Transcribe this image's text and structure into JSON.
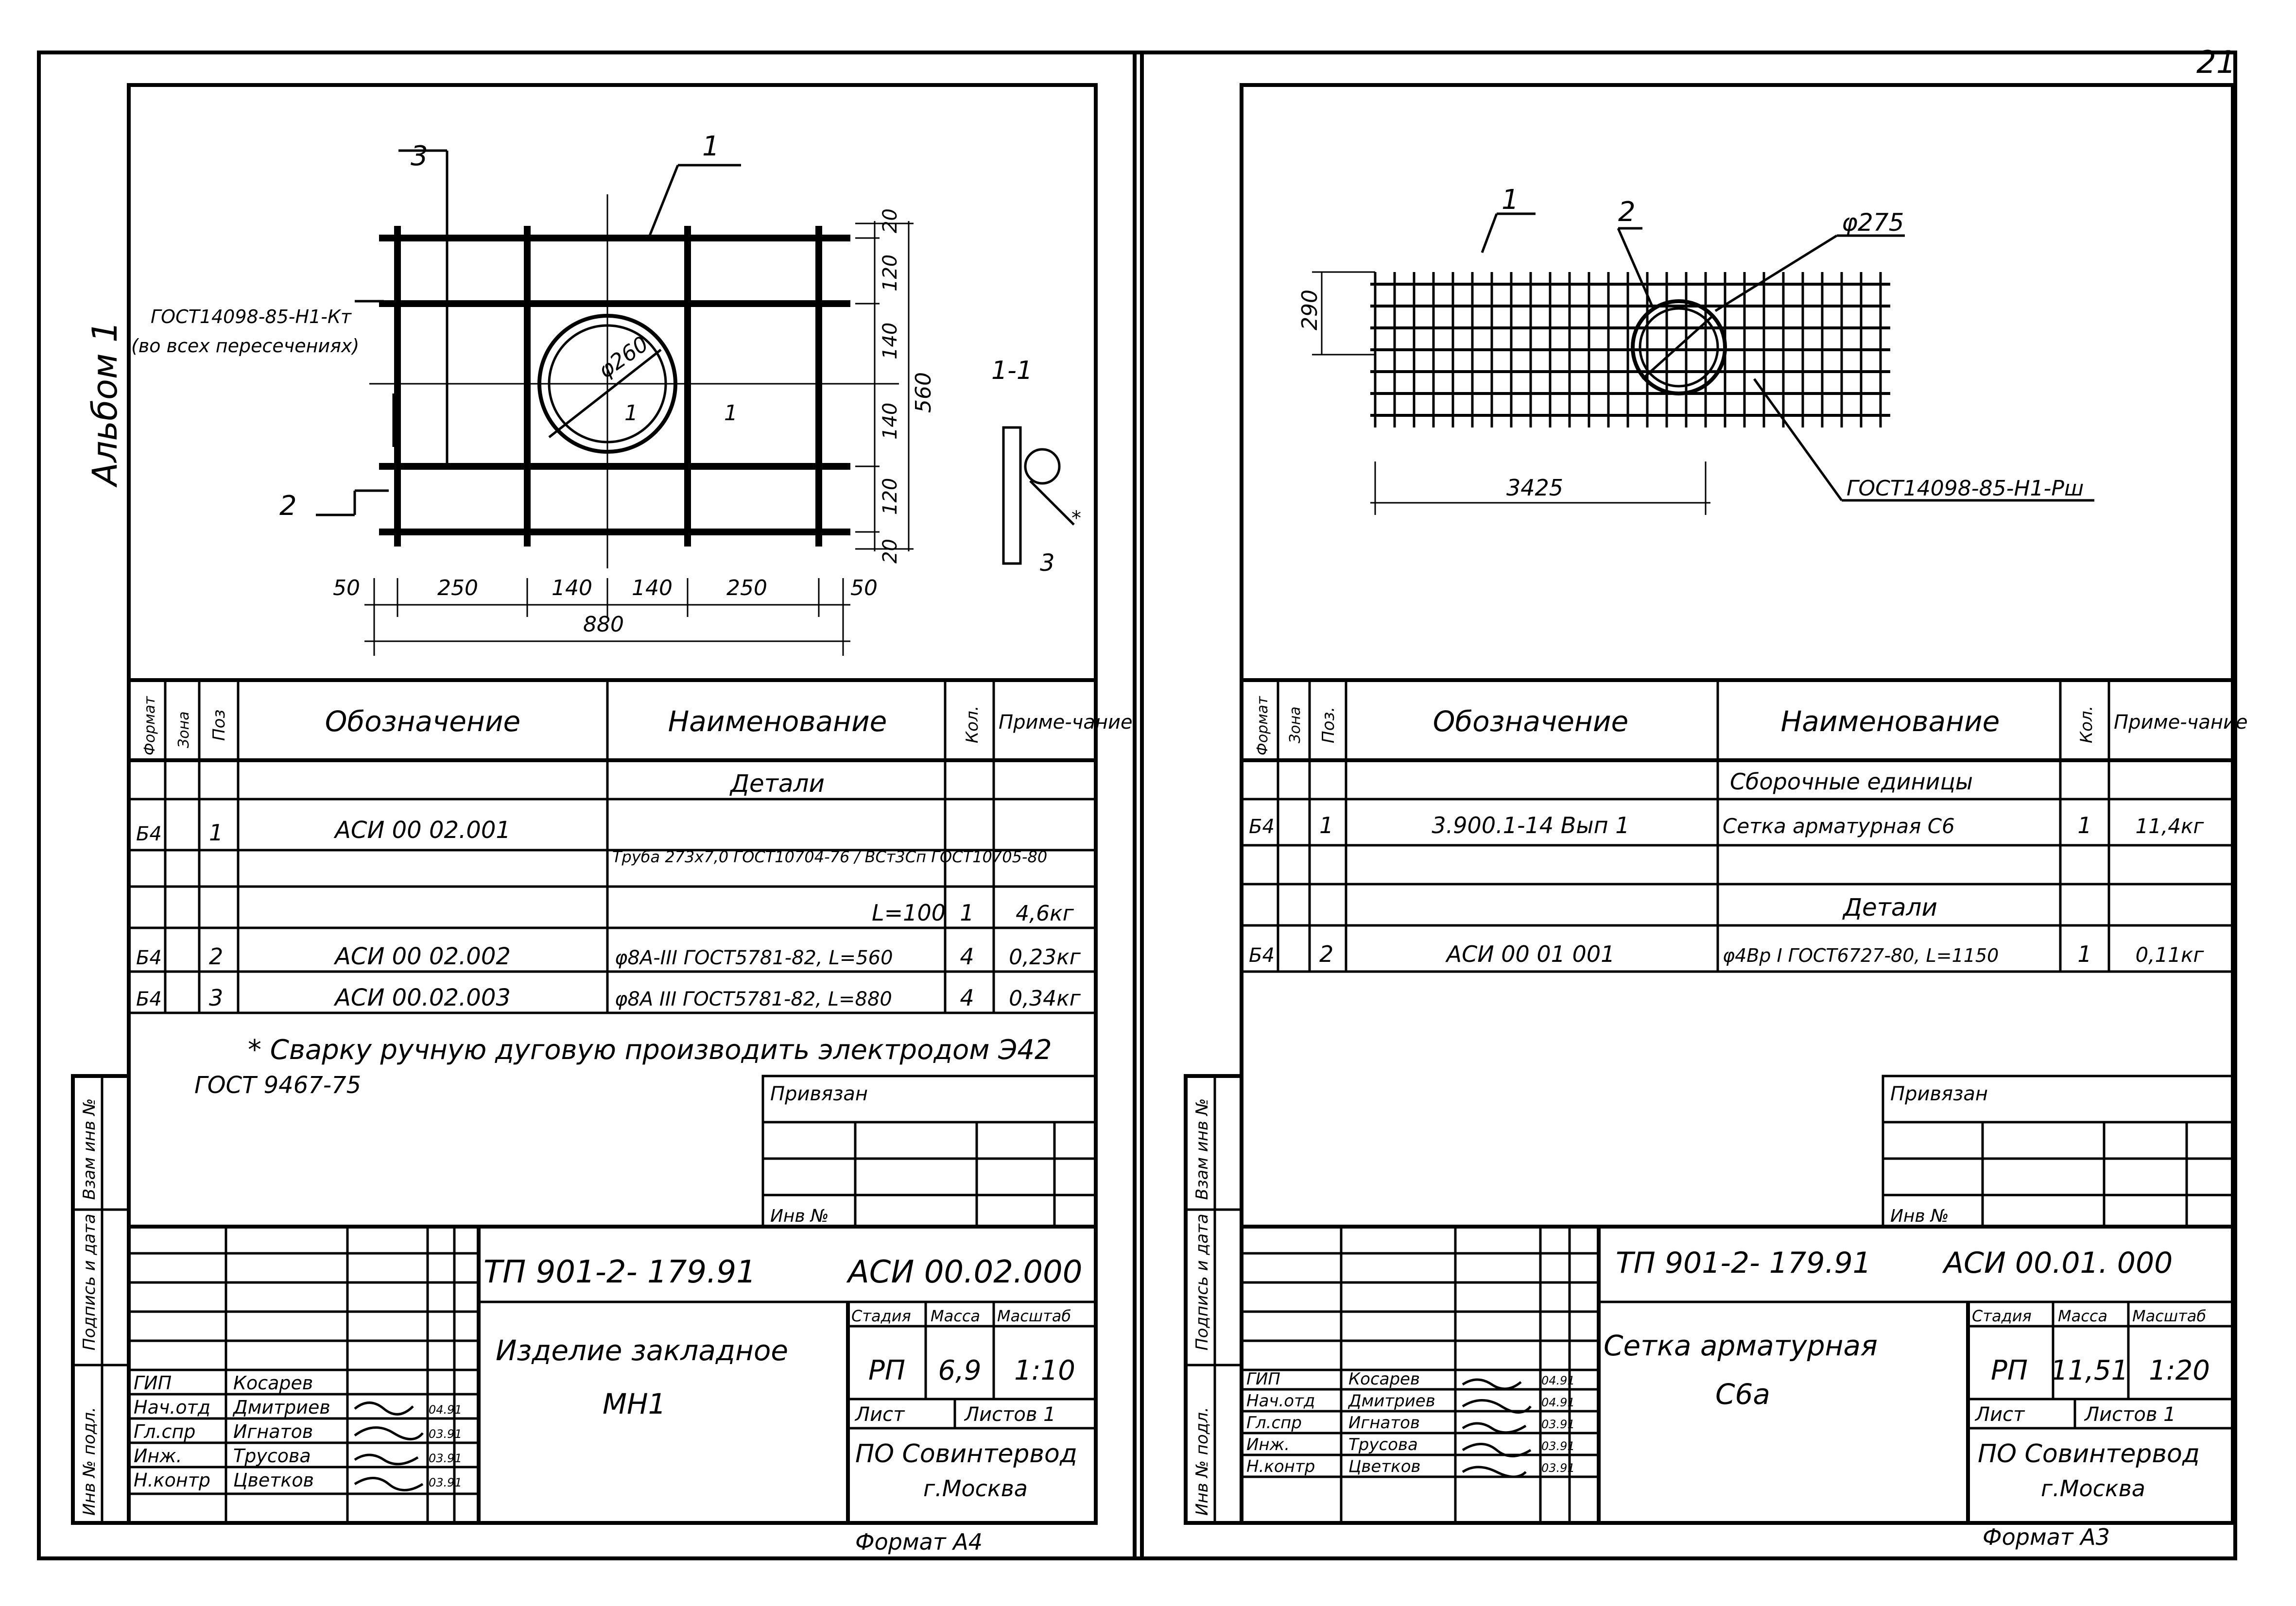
{
  "page_number": "21",
  "album_label": "Альбом 1",
  "left": {
    "drawing": {
      "callouts": [
        "3",
        "1",
        "2"
      ],
      "weld_note": "ГОСТ14098-85-Н1-Кт",
      "weld_note2": "(во всех пересечениях)",
      "diameter": "φ260",
      "section_mark": "1",
      "section_title": "1-1",
      "dims_bottom": [
        "50",
        "250",
        "140",
        "140",
        "250",
        "50"
      ],
      "dim_total": "880",
      "dims_right": [
        "20",
        "120",
        "140",
        "140",
        "120",
        "20"
      ],
      "dim_height": "560",
      "section_callout": "3",
      "star": "*"
    },
    "table": {
      "headers": [
        "Формат",
        "Зона",
        "Поз",
        "Обозначение",
        "Наименование",
        "Кол.",
        "Приме-чание"
      ],
      "rows": [
        {
          "f": "",
          "z": "",
          "p": "",
          "d": "",
          "n": "Детали",
          "q": "",
          "note": ""
        },
        {
          "f": "Б4",
          "z": "",
          "p": "1",
          "d": "АСИ 00 02.001",
          "n": "Труба 273х7,0 ГОСТ10704-76 / ВСт3Сп ГОСТ10705-80",
          "q": "",
          "note": ""
        },
        {
          "f": "",
          "z": "",
          "p": "",
          "d": "",
          "n": "",
          "q": "",
          "note": ""
        },
        {
          "f": "",
          "z": "",
          "p": "",
          "d": "",
          "n": "L=100",
          "q": "1",
          "note": "4,6кг"
        },
        {
          "f": "Б4",
          "z": "",
          "p": "2",
          "d": "АСИ 00 02.002",
          "n": "φ8А-III ГОСТ5781-82, L=560",
          "q": "4",
          "note": "0,23кг"
        },
        {
          "f": "Б4",
          "z": "",
          "p": "3",
          "d": "АСИ 00.02.003",
          "n": "φ8А III ГОСТ5781-82, L=880",
          "q": "4",
          "note": "0,34кг"
        }
      ]
    },
    "note_line1": "* Сварку ручную дуговую производить электродом Э42",
    "note_line2": "ГОСТ 9467-75",
    "privyazan": "Привязан",
    "inv_no": "Инв №",
    "side_labels": [
      "Инв № подл.",
      "Подпись и дата",
      "Взам инв №"
    ],
    "stamp": {
      "code": "ТП    901-2- 179.91",
      "code2": "АСИ 00.02.000",
      "title1": "Изделие закладное",
      "title2": "МН1",
      "stage_h": "Стадия",
      "mass_h": "Масса",
      "scale_h": "Масштаб",
      "stage": "РП",
      "mass": "6,9",
      "scale": "1:10",
      "sheet_h": "Лист",
      "sheets_h": "Листов 1",
      "org1": "ПО Совинтервод",
      "org2": "г.Москва",
      "people": [
        {
          "role": "ГИП",
          "name": "Косарев",
          "date": ""
        },
        {
          "role": "Нач.отд",
          "name": "Дмитриев",
          "date": "04.91"
        },
        {
          "role": "Гл.спр",
          "name": "Игнатов",
          "date": "03.91"
        },
        {
          "role": "Инж.",
          "name": "Трусова",
          "date": "03.91"
        },
        {
          "role": "Н.контр",
          "name": "Цветков",
          "date": "03.91"
        }
      ]
    },
    "format": "Формат А4"
  },
  "right": {
    "drawing": {
      "callouts": [
        "1",
        "2"
      ],
      "diameter": "φ275",
      "dim_h": "290",
      "dim_w": "3425",
      "weld_note": "ГОСТ14098-85-Н1-Рш"
    },
    "table": {
      "headers": [
        "Формат",
        "Зона",
        "Поз.",
        "Обозначение",
        "Наименование",
        "Кол.",
        "Приме-чание"
      ],
      "rows": [
        {
          "f": "",
          "z": "",
          "p": "",
          "d": "",
          "n": "Сборочные единицы",
          "q": "",
          "note": ""
        },
        {
          "f": "Б4",
          "z": "",
          "p": "1",
          "d": "3.900.1-14   Вып 1",
          "n": "Сетка арматурная С6",
          "q": "1",
          "note": "11,4кг"
        },
        {
          "f": "",
          "z": "",
          "p": "",
          "d": "",
          "n": "",
          "q": "",
          "note": ""
        },
        {
          "f": "",
          "z": "",
          "p": "",
          "d": "",
          "n": "Детали",
          "q": "",
          "note": ""
        },
        {
          "f": "Б4",
          "z": "",
          "p": "2",
          "d": "АСИ 00 01 001",
          "n": "φ4Вр I ГОСТ6727-80, L=1150",
          "q": "1",
          "note": "0,11кг"
        }
      ]
    },
    "privyazan": "Привязан",
    "inv_no": "Инв №",
    "side_labels": [
      "Инв № подл.",
      "Подпись и дата",
      "Взам инв №"
    ],
    "stamp": {
      "code": "ТП      901-2- 179.91",
      "code2": "АСИ 00.01. 000",
      "title1": "Сетка   арматурная",
      "title2": "С6а",
      "stage_h": "Стадия",
      "mass_h": "Масса",
      "scale_h": "Масштаб",
      "stage": "РП",
      "mass": "11,51",
      "scale": "1:20",
      "sheet_h": "Лист",
      "sheets_h": "Листов 1",
      "org1": "ПО Совинтервод",
      "org2": "г.Москва",
      "people": [
        {
          "role": "ГИП",
          "name": "Косарев",
          "date": "04.91"
        },
        {
          "role": "Нач.отд",
          "name": "Дмитриев",
          "date": "04.91"
        },
        {
          "role": "Гл.спр",
          "name": "Игнатов",
          "date": "03.91"
        },
        {
          "role": "Инж.",
          "name": "Трусова",
          "date": "03.91"
        },
        {
          "role": "Н.контр",
          "name": "Цветков",
          "date": "03.91"
        }
      ]
    },
    "format": "Формат А3"
  }
}
